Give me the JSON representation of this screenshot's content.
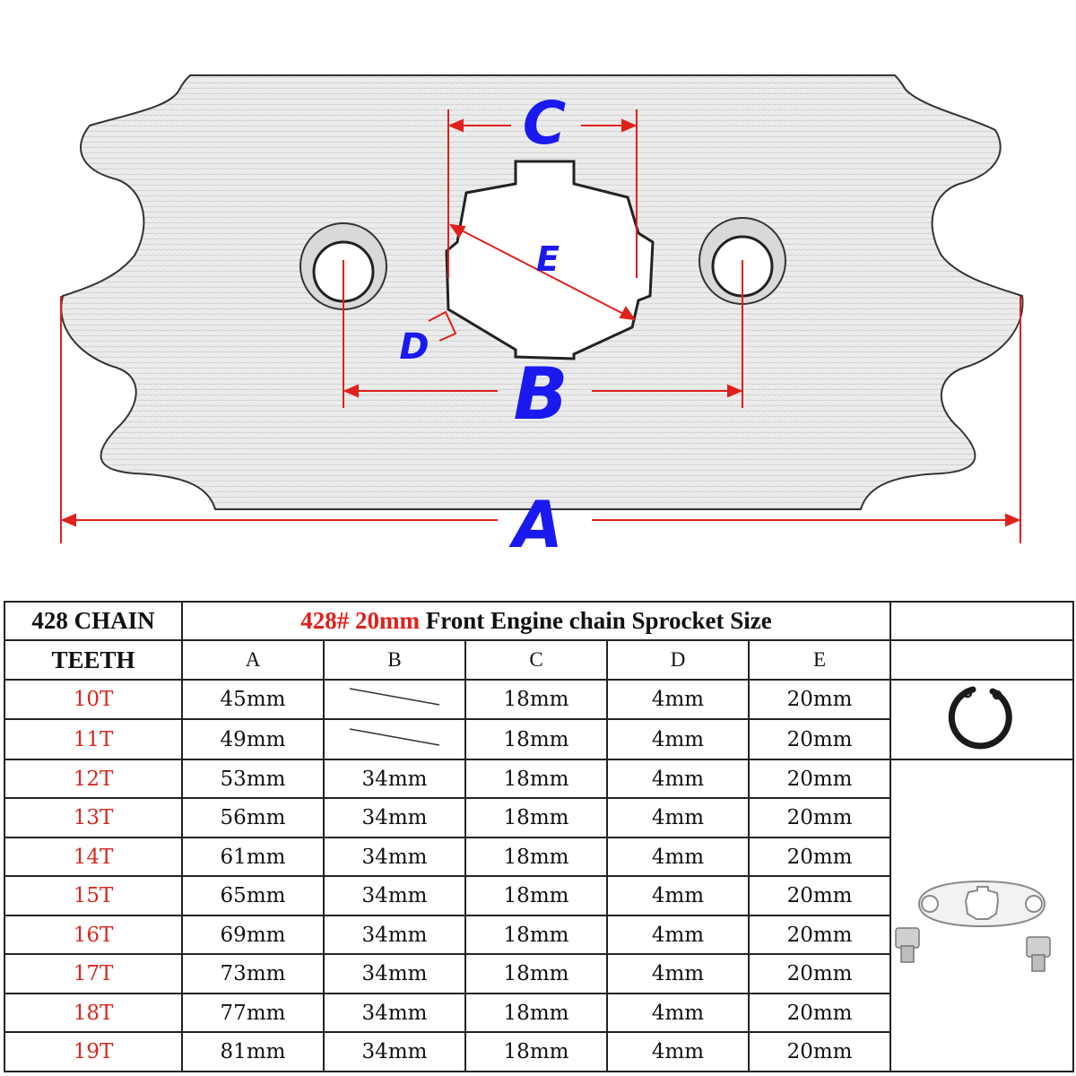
{
  "diagram": {
    "labels": {
      "a": "A",
      "b": "B",
      "c": "C",
      "d": "D",
      "e": "E"
    },
    "colors": {
      "dimension_line": "#e0201a",
      "label": "#1a1af0",
      "sprocket_fill": "#e6e6e6",
      "sprocket_stroke": "#333333"
    }
  },
  "table": {
    "header_left": "428 CHAIN",
    "header_title_red": "428# 20mm",
    "header_title_black": " Front Engine chain Sprocket Size",
    "teeth_header": "TEETH",
    "columns": [
      "A",
      "B",
      "C",
      "D",
      "E"
    ],
    "rows": [
      {
        "teeth": "10T",
        "a": "45mm",
        "b": "",
        "c": "18mm",
        "d": "4mm",
        "e": "20mm"
      },
      {
        "teeth": "11T",
        "a": "49mm",
        "b": "",
        "c": "18mm",
        "d": "4mm",
        "e": "20mm"
      },
      {
        "teeth": "12T",
        "a": "53mm",
        "b": "34mm",
        "c": "18mm",
        "d": "4mm",
        "e": "20mm"
      },
      {
        "teeth": "13T",
        "a": "56mm",
        "b": "34mm",
        "c": "18mm",
        "d": "4mm",
        "e": "20mm"
      },
      {
        "teeth": "14T",
        "a": "61mm",
        "b": "34mm",
        "c": "18mm",
        "d": "4mm",
        "e": "20mm"
      },
      {
        "teeth": "15T",
        "a": "65mm",
        "b": "34mm",
        "c": "18mm",
        "d": "4mm",
        "e": "20mm"
      },
      {
        "teeth": "16T",
        "a": "69mm",
        "b": "34mm",
        "c": "18mm",
        "d": "4mm",
        "e": "20mm"
      },
      {
        "teeth": "17T",
        "a": "73mm",
        "b": "34mm",
        "c": "18mm",
        "d": "4mm",
        "e": "20mm"
      },
      {
        "teeth": "18T",
        "a": "77mm",
        "b": "34mm",
        "c": "18mm",
        "d": "4mm",
        "e": "20mm"
      },
      {
        "teeth": "19T",
        "a": "81mm",
        "b": "34mm",
        "c": "18mm",
        "d": "4mm",
        "e": "20mm"
      }
    ],
    "accessory_icons": [
      "circlip-icon",
      "retainer-plate-icon"
    ]
  }
}
